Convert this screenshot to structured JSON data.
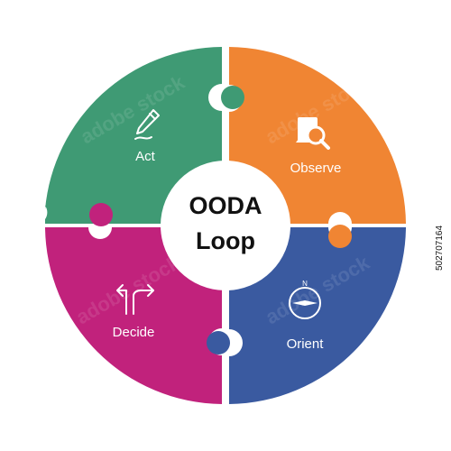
{
  "diagram": {
    "center": {
      "line1": "OODA",
      "line2": "Loop"
    },
    "quadrants": [
      {
        "id": "act",
        "label": "Act",
        "color": "#3f9a74",
        "icon": "pen-icon"
      },
      {
        "id": "observe",
        "label": "Observe",
        "color": "#f08533",
        "icon": "document-magnifier-icon"
      },
      {
        "id": "orient",
        "label": "Orient",
        "color": "#3a5aa0",
        "icon": "compass-icon"
      },
      {
        "id": "decide",
        "label": "Decide",
        "color": "#c1227c",
        "icon": "split-arrows-icon"
      }
    ]
  },
  "side_id": "502707164"
}
